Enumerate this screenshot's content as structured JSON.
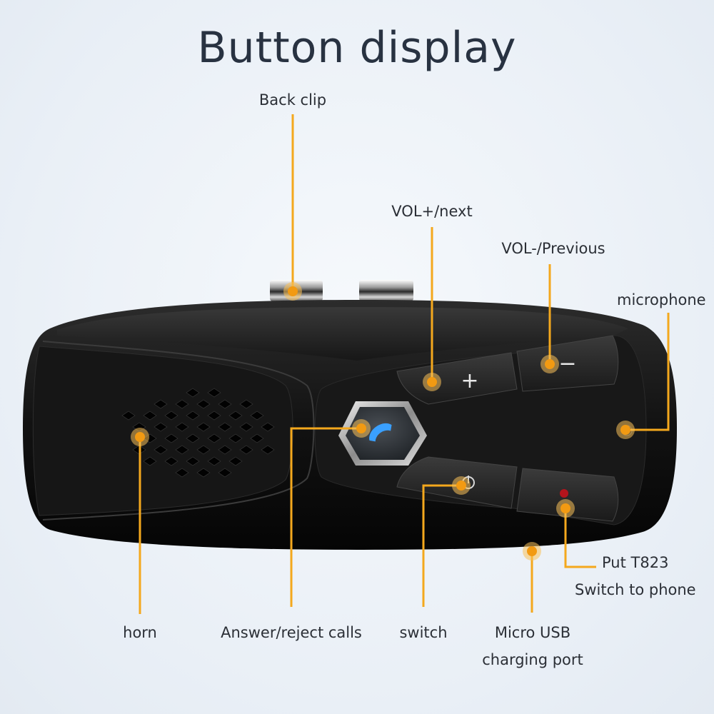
{
  "title": "Button display",
  "labels": {
    "back_clip": "Back clip",
    "vol_plus": "VOL+/next",
    "vol_minus": "VOL-/Previous",
    "microphone": "microphone",
    "put_line1": "Put T823",
    "put_line2": "Switch to phone",
    "horn": "horn",
    "answer": "Answer/reject calls",
    "switch": "switch",
    "usb_line1": "Micro USB",
    "usb_line2": "charging port"
  },
  "buttons": {
    "plus_glyph": "+",
    "minus_glyph": "−"
  },
  "colors": {
    "accent": "#f4a81d",
    "device": "#141414",
    "call_icon": "#3aa0ff",
    "led": "#b3141c",
    "background": "#eaf0f6"
  },
  "icons": {
    "call": "phone-call-icon",
    "power": "power-icon"
  }
}
